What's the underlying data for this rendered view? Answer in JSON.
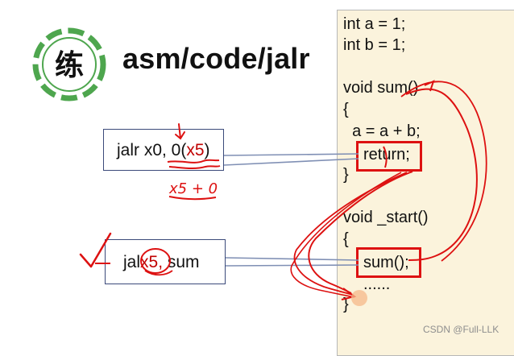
{
  "badge": {
    "char": "练",
    "ring_color": "#4ea64e"
  },
  "title": "asm/code/jalr",
  "callouts": {
    "jalr": {
      "prefix": "jalr x0, 0(",
      "reg": "x5",
      "suffix": ")"
    },
    "jal": {
      "prefix": "jal",
      "mid": "x5,",
      "suffix": " sum"
    }
  },
  "annotations": {
    "x5_plus_0": "x5 + 0"
  },
  "code": {
    "lines": [
      "int a = 1;",
      "int b = 1;",
      "void sum()",
      "{",
      "  a = a + b;",
      "return;",
      "}",
      "void _start()",
      "{",
      "sum();",
      "......",
      "}"
    ]
  },
  "watermark": "CSDN @Full-LLK",
  "colors": {
    "accent_red": "#dd1111",
    "panel_bg": "#fbf3dc",
    "box_border": "#3b4a7a",
    "connector": "#7f8fb4"
  }
}
